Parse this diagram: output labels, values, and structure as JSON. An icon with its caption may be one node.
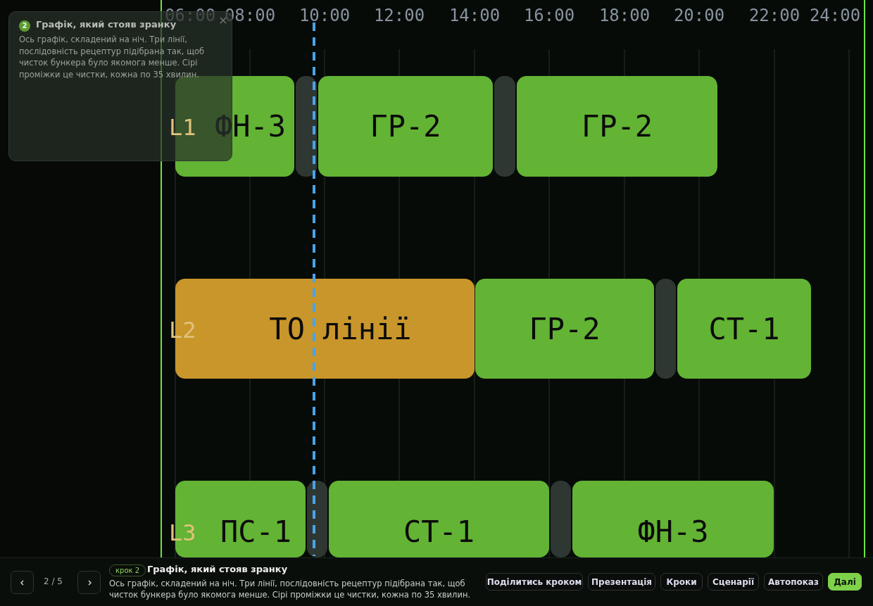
{
  "diagram": {
    "nodes": [
      {
        "text": [
          "2",
          "Графік, який стояв зранку",
          "Ось графік, складений на ніч. Три лінії, послідовність рецептур підібрана так, щоб чисток бункера було якомога менше. Сірі проміжки це чистки, кожна по 35 хвилин."
        ]
      },
      {
        "text": [
          "ФН-3"
        ]
      },
      {
        "text": [],
        "shape": "bar"
      },
      {
        "text": [
          "ГР-2"
        ]
      },
      {
        "text": [],
        "shape": "bar"
      },
      {
        "text": [
          "ГР-2"
        ]
      },
      {
        "text": [
          "ТО лінії"
        ]
      },
      {
        "text": [
          "ГР-2"
        ]
      },
      {
        "text": [],
        "shape": "bar"
      },
      {
        "text": [
          "СТ-1"
        ]
      },
      {
        "text": [
          "ПС-1"
        ]
      },
      {
        "text": [],
        "shape": "bar"
      },
      {
        "text": [
          "СТ-1"
        ]
      },
      {
        "text": [],
        "shape": "bar"
      },
      {
        "text": [
          "ФН-3"
        ]
      }
    ],
    "labels": [
      "06:00",
      "08:00",
      "10:00",
      "12:00",
      "14:00",
      "16:00",
      "18:00",
      "20:00",
      "22:00",
      "24:00",
      "L1",
      "L2",
      "L3",
      "2 / 5",
      "крок 2",
      "Графік, який стояв зранку",
      "Ось графік, складений на ніч. Три лінії, послідовність рецептур підібрана так, щоб чисток бункера було якомога менше. Сірі проміжки це чистки, кожна по 35 хвилин.",
      "Поділитись кроком",
      "Презентація",
      "Кроки",
      "Сценарії",
      "Автопоказ",
      "Далі"
    ]
  }
}
